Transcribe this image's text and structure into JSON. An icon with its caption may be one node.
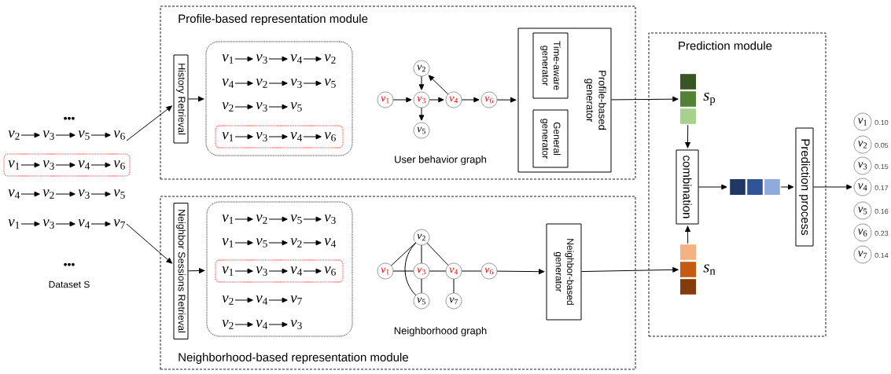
{
  "diagram": {
    "nodes": [
      {
        "text": [
          "Profile-based representation module"
        ]
      },
      {
        "text": [
          "History Retrieval"
        ],
        "in": 0
      },
      {
        "text": [],
        "shape": "box",
        "in": 0
      },
      {
        "text": [
          "*v*$_{1}$"
        ],
        "in": 2
      },
      {
        "text": [
          "*v*$_{3}$"
        ],
        "in": 2
      },
      {
        "text": [
          "*v*$_{4}$"
        ],
        "in": 2
      },
      {
        "text": [
          "*v*$_{2}$"
        ],
        "in": 2
      },
      {
        "text": [
          "*v*$_{4}$"
        ],
        "in": 2
      },
      {
        "text": [
          "*v*$_{2}$"
        ],
        "in": 2
      },
      {
        "text": [
          "*v*$_{3}$"
        ],
        "in": 2
      },
      {
        "text": [
          "*v*$_{5}$"
        ],
        "in": 2
      },
      {
        "text": [
          "*v*$_{2}$"
        ],
        "in": 2
      },
      {
        "text": [
          "*v*$_{3}$"
        ],
        "in": 2
      },
      {
        "text": [
          "*v*$_{5}$"
        ],
        "in": 2
      },
      {
        "text": [],
        "shape": "box",
        "in": 2
      },
      {
        "text": [
          "*v*$_{1}$"
        ],
        "in": 14
      },
      {
        "text": [
          "*v*$_{3}$"
        ],
        "in": 14
      },
      {
        "text": [
          "*v*$_{4}$"
        ],
        "in": 14
      },
      {
        "text": [
          "*v*$_{6}$"
        ],
        "in": 14
      },
      {
        "text": [
          "*v*$_{2}$"
        ],
        "in": 0
      },
      {
        "text": [
          "*v*$_{1}$"
        ],
        "in": 0
      },
      {
        "text": [
          "*v*$_{3}$"
        ],
        "in": 0
      },
      {
        "text": [
          "*v*$_{4}$"
        ],
        "in": 0
      },
      {
        "text": [
          "*v*$_{6}$"
        ],
        "in": 0
      },
      {
        "text": [
          "*v*$_{5}$"
        ],
        "in": 0
      },
      {
        "text": [
          "Profile-based generator"
        ],
        "in": 0
      },
      {
        "text": [
          "Time-aware generator"
        ],
        "in": 25
      },
      {
        "text": [
          "General generator"
        ],
        "in": 25
      },
      {
        "text": [
          "Neighborhood-based representation module"
        ]
      },
      {
        "text": [
          "Neighbor Sessions Retrieval"
        ],
        "in": 28
      },
      {
        "text": [],
        "shape": "box",
        "in": 28
      },
      {
        "text": [
          "*v*$_{1}$"
        ],
        "in": 30
      },
      {
        "text": [
          "*v*$_{2}$"
        ],
        "in": 30
      },
      {
        "text": [
          "*v*$_{5}$"
        ],
        "in": 30
      },
      {
        "text": [
          "*v*$_{3}$"
        ],
        "in": 30
      },
      {
        "text": [
          "*v*$_{1}$"
        ],
        "in": 30
      },
      {
        "text": [
          "*v*$_{5}$"
        ],
        "in": 30
      },
      {
        "text": [
          "*v*$_{2}$"
        ],
        "in": 30
      },
      {
        "text": [
          "*v*$_{4}$"
        ],
        "in": 30
      },
      {
        "text": [],
        "shape": "box",
        "in": 30
      },
      {
        "text": [
          "*v*$_{1}$"
        ],
        "in": 39
      },
      {
        "text": [
          "*v*$_{3}$"
        ],
        "in": 39
      },
      {
        "text": [
          "*v*$_{4}$"
        ],
        "in": 39
      },
      {
        "text": [
          "*v*$_{6}$"
        ],
        "in": 39
      },
      {
        "text": [
          "*v*$_{2}$"
        ],
        "in": 30
      },
      {
        "text": [
          "*v*$_{4}$"
        ],
        "in": 30
      },
      {
        "text": [
          "*v*$_{7}$"
        ],
        "in": 30
      },
      {
        "text": [
          "*v*$_{2}$"
        ],
        "in": 30
      },
      {
        "text": [
          "*v*$_{4}$"
        ],
        "in": 30
      },
      {
        "text": [
          "*v*$_{3}$"
        ],
        "in": 30
      },
      {
        "text": [
          "*v*$_{2}$"
        ],
        "in": 28
      },
      {
        "text": [
          "*v*$_{1}$"
        ],
        "in": 28
      },
      {
        "text": [
          "*v*$_{3}$"
        ],
        "in": 28
      },
      {
        "text": [
          "*v*$_{4}$"
        ],
        "in": 28
      },
      {
        "text": [
          "*v*$_{6}$"
        ],
        "in": 28
      },
      {
        "text": [
          "*v*$_{5}$"
        ],
        "in": 28
      },
      {
        "text": [
          "*v*$_{7}$"
        ],
        "in": 28
      },
      {
        "text": [
          "Neighbor-based generator"
        ],
        "in": 28
      },
      {
        "text": [
          "*v*$_{2}$"
        ]
      },
      {
        "text": [
          "*v*$_{3}$"
        ]
      },
      {
        "text": [
          "*v*$_{5}$"
        ]
      },
      {
        "text": [
          "*v*$_{6}$"
        ]
      },
      {
        "text": [],
        "shape": "box"
      },
      {
        "text": [
          "*v*$_{1}$"
        ],
        "in": 62
      },
      {
        "text": [
          "*v*$_{3}$"
        ],
        "in": 62
      },
      {
        "text": [
          "*v*$_{4}$"
        ],
        "in": 62
      },
      {
        "text": [
          "*v*$_{6}$"
        ],
        "in": 62
      },
      {
        "text": [
          "*v*$_{4}$"
        ]
      },
      {
        "text": [
          "*v*$_{2}$"
        ]
      },
      {
        "text": [
          "*v*$_{3}$"
        ]
      },
      {
        "text": [
          "*v*$_{5}$"
        ]
      },
      {
        "text": [
          "*v*$_{1}$"
        ]
      },
      {
        "text": [
          "*v*$_{3}$"
        ]
      },
      {
        "text": [
          "*v*$_{4}$"
        ]
      },
      {
        "text": [
          "*v*$_{7}$"
        ]
      },
      {
        "text": [
          "Prediction module"
        ]
      },
      {
        "text": [],
        "shape": "bar",
        "in": 75,
        "beside": [
          "*s*$_{p}$"
        ]
      },
      {
        "text": [
          "combination"
        ],
        "in": 75
      },
      {
        "text": [],
        "shape": "bar",
        "in": 75,
        "beside": [
          "*s*$_{n}$"
        ]
      },
      {
        "text": [],
        "shape": "bar",
        "in": 75
      },
      {
        "text": [
          "Prediction process"
        ],
        "in": 75
      },
      {
        "text": [
          "*v*$_{1}$"
        ],
        "beside": [
          "0.10"
        ]
      },
      {
        "text": [
          "*v*$_{2}$"
        ],
        "beside": [
          "0.05"
        ]
      },
      {
        "text": [
          "*v*$_{3}$"
        ],
        "beside": [
          "0.15"
        ]
      },
      {
        "text": [
          "*v*$_{4}$"
        ],
        "beside": [
          "0.17"
        ]
      },
      {
        "text": [
          "*v*$_{5}$"
        ],
        "beside": [
          "0.16"
        ]
      },
      {
        "text": [
          "*v*$_{6}$"
        ],
        "beside": [
          "0.23"
        ]
      },
      {
        "text": [
          "*v*$_{7}$"
        ],
        "beside": [
          "0.14"
        ]
      }
    ],
    "edges": [
      {
        "from": 61,
        "to": 1,
        "arrow": "to"
      },
      {
        "from": 74,
        "to": 29,
        "arrow": "to"
      },
      {
        "from": 1,
        "to": 2,
        "arrow": "to"
      },
      {
        "from": 3,
        "to": 4,
        "arrow": "to"
      },
      {
        "from": 4,
        "to": 5,
        "arrow": "to"
      },
      {
        "from": 5,
        "to": 6,
        "arrow": "to"
      },
      {
        "from": 7,
        "to": 8,
        "arrow": "to"
      },
      {
        "from": 8,
        "to": 9,
        "arrow": "to"
      },
      {
        "from": 9,
        "to": 10,
        "arrow": "to"
      },
      {
        "from": 11,
        "to": 12,
        "arrow": "to"
      },
      {
        "from": 12,
        "to": 13,
        "arrow": "to"
      },
      {
        "from": 15,
        "to": 16,
        "arrow": "to"
      },
      {
        "from": 16,
        "to": 17,
        "arrow": "to"
      },
      {
        "from": 17,
        "to": 18,
        "arrow": "to"
      },
      {
        "from": 20,
        "to": 21,
        "arrow": "to"
      },
      {
        "from": 19,
        "to": 21,
        "arrow": "to"
      },
      {
        "from": 21,
        "to": 22,
        "arrow": "to"
      },
      {
        "from": 22,
        "to": 19,
        "arrow": "to"
      },
      {
        "from": 21,
        "to": 24,
        "arrow": "to"
      },
      {
        "from": 22,
        "to": 23,
        "arrow": "to"
      },
      {
        "from": 23,
        "to": 25,
        "arrow": "to"
      },
      {
        "from": 25,
        "to": 76,
        "arrow": "to"
      },
      {
        "from": 29,
        "to": 30,
        "arrow": "to"
      },
      {
        "from": 31,
        "to": 32,
        "arrow": "to"
      },
      {
        "from": 32,
        "to": 33,
        "arrow": "to"
      },
      {
        "from": 33,
        "to": 34,
        "arrow": "to"
      },
      {
        "from": 35,
        "to": 36,
        "arrow": "to"
      },
      {
        "from": 36,
        "to": 37,
        "arrow": "to"
      },
      {
        "from": 37,
        "to": 38,
        "arrow": "to"
      },
      {
        "from": 40,
        "to": 41,
        "arrow": "to"
      },
      {
        "from": 41,
        "to": 42,
        "arrow": "to"
      },
      {
        "from": 42,
        "to": 43,
        "arrow": "to"
      },
      {
        "from": 44,
        "to": 45,
        "arrow": "to"
      },
      {
        "from": 45,
        "to": 46,
        "arrow": "to"
      },
      {
        "from": 47,
        "to": 48,
        "arrow": "to"
      },
      {
        "from": 48,
        "to": 49,
        "arrow": "to"
      },
      {
        "from": 51,
        "to": 50,
        "arrow": "none"
      },
      {
        "from": 51,
        "to": 52,
        "arrow": "none"
      },
      {
        "from": 50,
        "to": 52,
        "arrow": "none"
      },
      {
        "from": 50,
        "to": 53,
        "arrow": "none"
      },
      {
        "from": 50,
        "to": 55,
        "arrow": "none"
      },
      {
        "from": 52,
        "to": 53,
        "arrow": "none"
      },
      {
        "from": 52,
        "to": 55,
        "arrow": "none"
      },
      {
        "from": 53,
        "to": 54,
        "arrow": "none"
      },
      {
        "from": 53,
        "to": 56,
        "arrow": "none"
      },
      {
        "from": 54,
        "to": 57,
        "arrow": "to"
      },
      {
        "from": 57,
        "to": 78,
        "arrow": "to"
      },
      {
        "from": 58,
        "to": 59,
        "arrow": "to"
      },
      {
        "from": 59,
        "to": 60,
        "arrow": "to"
      },
      {
        "from": 60,
        "to": 61,
        "arrow": "to"
      },
      {
        "from": 63,
        "to": 64,
        "arrow": "to"
      },
      {
        "from": 64,
        "to": 65,
        "arrow": "to"
      },
      {
        "from": 65,
        "to": 66,
        "arrow": "to"
      },
      {
        "from": 67,
        "to": 68,
        "arrow": "to"
      },
      {
        "from": 68,
        "to": 69,
        "arrow": "to"
      },
      {
        "from": 69,
        "to": 70,
        "arrow": "to"
      },
      {
        "from": 71,
        "to": 72,
        "arrow": "to"
      },
      {
        "from": 72,
        "to": 73,
        "arrow": "to"
      },
      {
        "from": 73,
        "to": 74,
        "arrow": "to"
      },
      {
        "from": 76,
        "to": 77,
        "arrow": "to"
      },
      {
        "from": 78,
        "to": 77,
        "arrow": "to"
      },
      {
        "from": 77,
        "to": 79,
        "arrow": "to"
      },
      {
        "from": 79,
        "to": 80,
        "arrow": "to"
      },
      {
        "from": 80,
        "to": 84,
        "arrow": "to"
      }
    ],
    "labels": [
      "•••",
      "•••",
      "Dataset S",
      "User behavior graph",
      "Neighborhood graph"
    ]
  }
}
